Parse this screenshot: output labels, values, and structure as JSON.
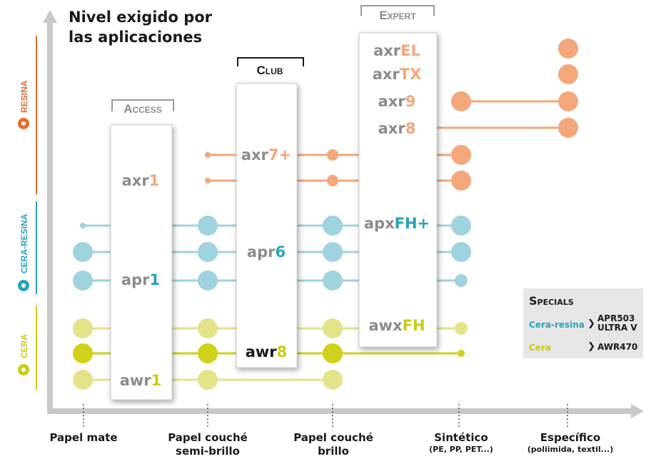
{
  "title": {
    "line1": "Nivel exigido por",
    "line2": "las aplicaciones"
  },
  "x_categories": [
    {
      "label": "Papel mate",
      "sub": ""
    },
    {
      "label": "Papel couché",
      "sub": "semi-brillo"
    },
    {
      "label": "Papel couché",
      "sub": "brillo"
    },
    {
      "label": "Sintético",
      "sub": "(PE, PP, PET...)"
    },
    {
      "label": "Específico",
      "sub": "(poliimida, textil...)"
    }
  ],
  "categories": {
    "resina": "RESINA",
    "cera_resina": "CERA-RESINA",
    "cera": "CERA"
  },
  "tiers": {
    "access": "Access",
    "club": "Club",
    "expert": "Expert"
  },
  "products": {
    "access": [
      {
        "prefix": "axr",
        "suffix": "1",
        "family": "resina"
      },
      {
        "prefix": "apr",
        "suffix": "1",
        "family": "cera_resina"
      },
      {
        "prefix": "awr",
        "suffix": "1",
        "family": "cera"
      }
    ],
    "club": [
      {
        "prefix": "axr",
        "suffix": "7+",
        "family": "resina"
      },
      {
        "prefix": "apr",
        "suffix": "6",
        "family": "cera_resina"
      },
      {
        "prefix": "awr",
        "suffix": "8",
        "family": "cera"
      }
    ],
    "expert": [
      {
        "prefix": "axr",
        "suffix": "EL",
        "family": "resina"
      },
      {
        "prefix": "axr",
        "suffix": "TX",
        "family": "resina"
      },
      {
        "prefix": "axr",
        "suffix": "9",
        "family": "resina"
      },
      {
        "prefix": "axr",
        "suffix": "8",
        "family": "resina"
      },
      {
        "prefix": "apx",
        "suffix": "FH+",
        "family": "cera_resina"
      },
      {
        "prefix": "awx",
        "suffix": "FH",
        "family": "cera"
      }
    ]
  },
  "specials": {
    "title": "Specials",
    "rows": [
      {
        "label": "Cera-resina",
        "value1": "APR503",
        "value2": "ULTRA V",
        "family": "cera_resina"
      },
      {
        "label": "Cera",
        "value1": "AWR470",
        "value2": "",
        "family": "cera"
      }
    ]
  },
  "colors": {
    "resina": "#f4a77a",
    "resina_dark": "#e86a2e",
    "cera_resina": "#9fd3dd",
    "cera_resina_dark": "#2aa3b8",
    "cera": "#e3e38a",
    "cera_dark": "#c9cc14",
    "cera_strong": "#cfd11a",
    "axis": "#c8c8c8",
    "box_border": "#bbbbbb",
    "product_gray": "#8c8c8c"
  }
}
